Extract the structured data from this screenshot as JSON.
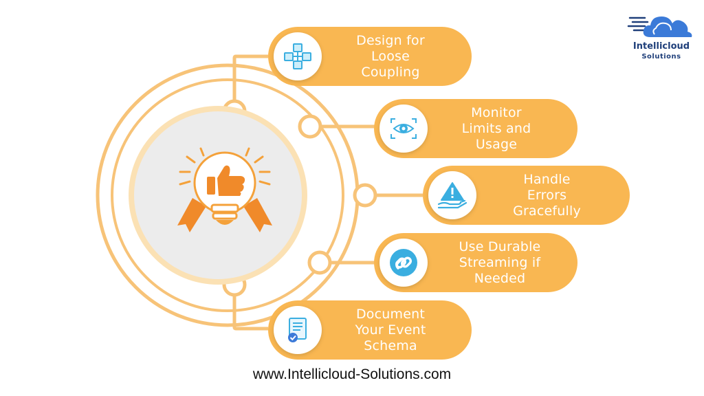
{
  "logo": {
    "name": "Intellicloud",
    "subtitle": "Solutions"
  },
  "center": {
    "icon": "idea-bulb-thumbs-up-award-icon"
  },
  "steps": [
    {
      "label": "Design for\nLoose\nCoupling",
      "icon": "connected-cubes-icon"
    },
    {
      "label": "Monitor\nLimits and\nUsage",
      "icon": "eye-monitor-icon"
    },
    {
      "label": "Handle\nErrors\nGracefully",
      "icon": "warning-hand-icon"
    },
    {
      "label": "Use Durable\nStreaming if\nNeeded",
      "icon": "link-chain-icon"
    },
    {
      "label": "Document\nYour Event\nSchema",
      "icon": "document-check-icon"
    }
  ],
  "footer": {
    "url": "www.Intellicloud-Solutions.com"
  },
  "colors": {
    "accent": "#f9b752",
    "ring": "#f7c378",
    "icon_blue": "#3aaee0",
    "logo_blue": "#3b7ad8",
    "logo_navy": "#1f3f7a"
  }
}
